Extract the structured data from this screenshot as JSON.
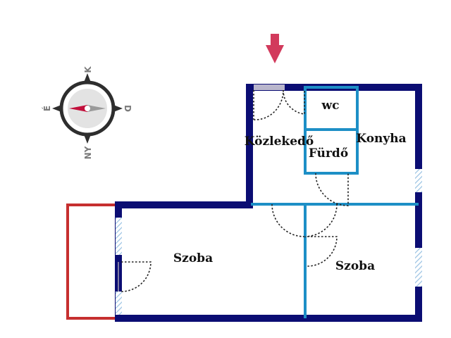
{
  "colors": {
    "outer_wall": "#0b0d73",
    "inner_wall": "#1d8fc6",
    "balcony": "#c62f2f",
    "door_swing": "#222222",
    "window": "#a9cde8",
    "entrance_arrow": "#d23a5c",
    "compass_ring": "#2e2e2e",
    "compass_face": "#e3e3e3",
    "needle_north": "#c2103c",
    "needle_south": "#9a9a9a"
  },
  "compass": {
    "north": "K",
    "east": "D",
    "south": "NY",
    "west": "É"
  },
  "rooms": {
    "wc": "wc",
    "corridor": "Közlekedő",
    "kitchen": "Konyha",
    "bathroom": "Fürdő",
    "living_room": "Szoba",
    "bedroom": "Szoba"
  },
  "entrance_icon": "arrow-down-icon"
}
